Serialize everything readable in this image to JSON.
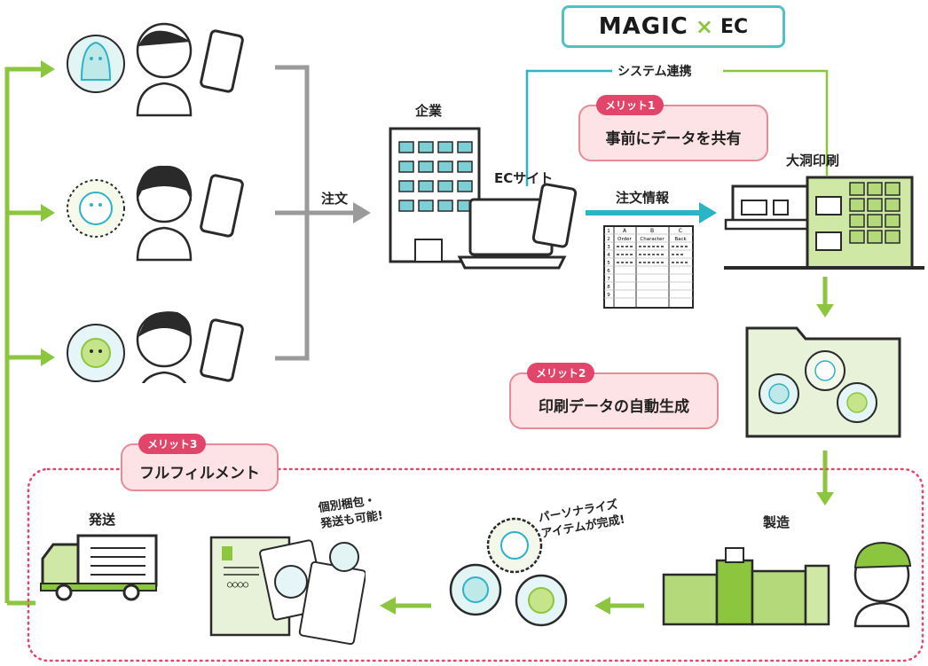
{
  "logo": {
    "magic": "MAGIC",
    "x": "×",
    "ec": "EC"
  },
  "labels": {
    "order": "注文",
    "company": "企業",
    "ec_site": "ECサイト",
    "order_info": "注文情報",
    "system_link": "システム連携",
    "printer": "大洞印刷",
    "shipping": "発送",
    "manufacture": "製造",
    "individual_pack": "個別梱包・\n発送も可能!",
    "personalize_done": "パーソナライズ\nアイテムが完成!"
  },
  "merits": [
    {
      "tag": "メリット1",
      "text": "事前にデータを共有"
    },
    {
      "tag": "メリット2",
      "text": "印刷データの自動生成"
    },
    {
      "tag": "メリット3",
      "text": "フルフィルメント"
    }
  ],
  "spreadsheet": {
    "col_headers": [
      "A",
      "B",
      "C"
    ],
    "row_labels": [
      "Order",
      "Character",
      "Back"
    ],
    "rows": [
      "1",
      "2",
      "3",
      "4",
      "5",
      "6",
      "7",
      "8",
      "9"
    ]
  },
  "colors": {
    "green": "#8cc63f",
    "teal": "#2bb3c8",
    "pink": "#e2456a",
    "gray": "#9a9a9a"
  }
}
